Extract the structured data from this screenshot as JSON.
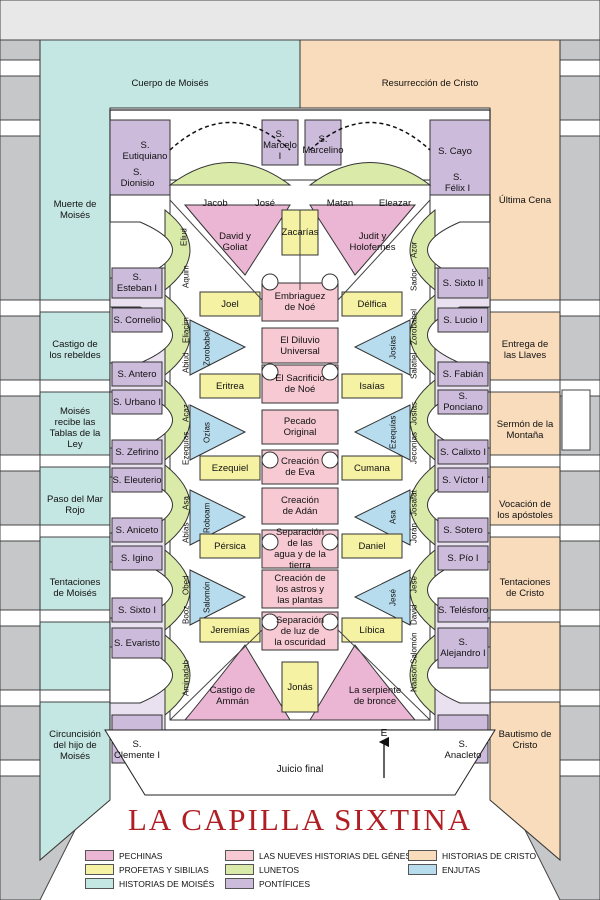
{
  "title": "LA CAPILLA SIXTINA",
  "compass": "E",
  "colors": {
    "pechinas": "#ebb6d3",
    "profetas": "#f6f2a3",
    "moises": "#c5e7e3",
    "genesis": "#f6c9d3",
    "lunetos": "#d9eaa9",
    "pontifices": "#ccbbdb",
    "cristo": "#f8dcbb",
    "enjutas": "#b7dcee",
    "title": "#b01e23"
  },
  "top_walls": {
    "left": "Cuerpo de Moisés",
    "right": "Resurrección de Cristo"
  },
  "moses_scenes": [
    "Muerte de\nMoisés",
    "Castigo de\nlos rebeldes",
    "Moisés\nrecibe las\nTablas de la\nLey",
    "Paso del Mar\nRojo",
    "Tentaciones\nde Moisés",
    "Circuncisión\ndel hijo de\nMoisés"
  ],
  "christ_scenes": [
    "Última Cena",
    "Entrega de\nlas Llaves",
    "Sermón de la\nMontaña",
    "Vocación de\nlos apóstoles",
    "Tentaciones\nde Cristo",
    "Bautismo de\nCristo"
  ],
  "popes_left": [
    "S.\nEutiquiano",
    "S.\nDionisio",
    "S.\nEsteban I",
    "S. Cornelio",
    "S. Antero",
    "S. Urbano I",
    "S. Zefirino",
    "S. Eleuterio",
    "S. Aniceto",
    "S. Igino",
    "S. Sixto I",
    "S. Evaristo",
    "S.\nClemente I"
  ],
  "popes_right": [
    "S. Cayo",
    "S.\nFélix I",
    "S. Sixto II",
    "S. Lucio I",
    "S. Fabián",
    "S. Ponciano",
    "S. Calixto I",
    "S. Víctor I",
    "S. Sotero",
    "S. Pío I",
    "S. Telésforo",
    "S.\nAlejandro I",
    "S.\nAnacleto"
  ],
  "popes_top": [
    "S.\nMarcelo I",
    "S.\nMarcelino"
  ],
  "lunettes_top": [
    "Jacob",
    "José",
    "Matan",
    "Eleazar"
  ],
  "lunettes_left": [
    "Eliud",
    "Aquim",
    "Eliacim",
    "Abiud",
    "Acaz",
    "Ezequías",
    "Asa",
    "Abías",
    "Obed",
    "Booz",
    "Aminadab"
  ],
  "lunettes_right": [
    "Azor",
    "Sadoc",
    "Zorobabel",
    "Salatiel",
    "Josías",
    "Jeconías",
    "Josafat",
    "Jorán",
    "Jesé",
    "David",
    "Salomón",
    "Naasón"
  ],
  "enjutas_left": [
    "Zorobabel",
    "Ozías",
    "Roboam",
    "Salomón"
  ],
  "enjutas_right": [
    "Josías",
    "Ezequías",
    "Asa",
    "Jesé"
  ],
  "pendentives": [
    "David y\nGoliat",
    "Judit y\nHolofernes",
    "Castigo de\nAmmán",
    "La serpiente\nde bronce"
  ],
  "prophets": [
    "Zacarías",
    "Joel",
    "Délfica",
    "Eritrea",
    "Isaías",
    "Ezequiel",
    "Cumana",
    "Pérsica",
    "Daniel",
    "Jeremías",
    "Líbica",
    "Jonás"
  ],
  "genesis": [
    "Embriaguez\nde Noé",
    "El Diluvio\nUniversal",
    "El Sacrificio\nde Noé",
    "Pecado\nOriginal",
    "Creación\nde Eva",
    "Creación\nde Adán",
    "Separación\nde las\nagua y de la\ntierra",
    "Creación de\nlos astros y\nlas plantas",
    "Separación\nde luz de\nla oscuridad"
  ],
  "bottom_wall": "Juicio final",
  "legend": [
    {
      "label": "PECHINAS",
      "color": "#ebb6d3"
    },
    {
      "label": "PROFETAS Y SIBILIAS",
      "color": "#f6f2a3"
    },
    {
      "label": "HISTORIAS DE MOISÉS",
      "color": "#c5e7e3"
    },
    {
      "label": "LAS NUEVES HISTORIAS DEL GÉNESIS",
      "color": "#f6c9d3"
    },
    {
      "label": "LUNETOS",
      "color": "#d9eaa9"
    },
    {
      "label": "PONTÍFICES",
      "color": "#ccbbdb"
    },
    {
      "label": "HISTORIAS DE CRISTO",
      "color": "#f8dcbb"
    },
    {
      "label": "ENJUTAS",
      "color": "#b7dcee"
    }
  ]
}
